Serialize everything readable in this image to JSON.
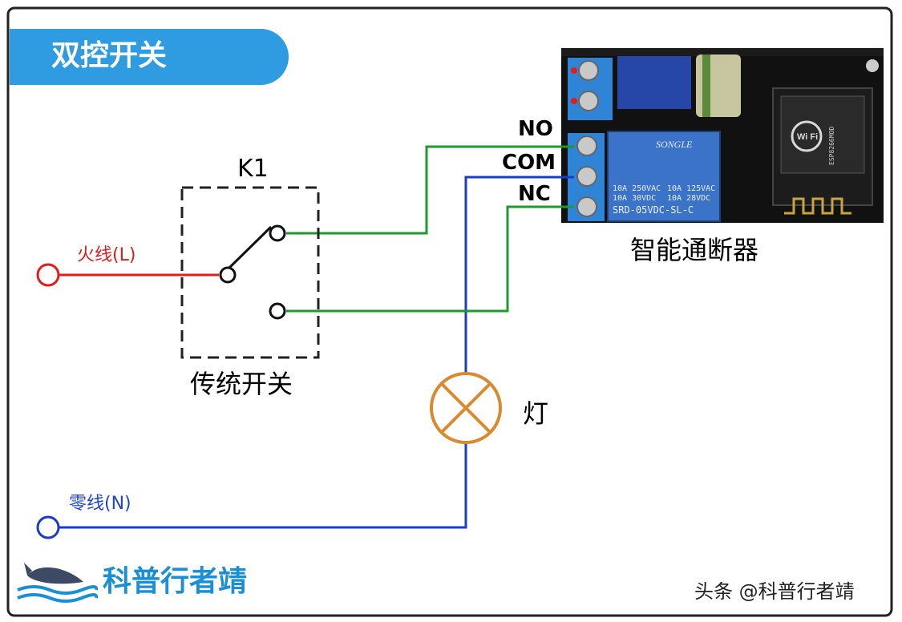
{
  "title": "双控开关",
  "labels": {
    "switch_id": "K1",
    "switch_name": "传统开关",
    "lamp": "灯",
    "live": "火线(L)",
    "neutral": "零线(N)",
    "no": "NO",
    "com": "COM",
    "nc": "NC",
    "breaker": "智能通断器",
    "logo": "科普行者靖",
    "watermark": "头条 @科普行者靖"
  },
  "module_print": {
    "relay_brand": "SONGLE",
    "relay_rating_1": "10A 250VAC",
    "relay_rating_2": "10A 125VAC",
    "relay_rating_3": "10A 30VDC",
    "relay_rating_4": "10A 28VDC",
    "relay_model": "SRD-05VDC-SL-C",
    "wifi_mark": "Wi Fi",
    "chip_mark": "ESP8266MOD"
  },
  "colors": {
    "title_bg": "#2f9be0",
    "live_wire": "#e11c1c",
    "neutral_wire": "#1a3ccc",
    "green_wire": "#1f9a2e",
    "lamp": "#d98a30",
    "logo": "#1a8fd6"
  }
}
